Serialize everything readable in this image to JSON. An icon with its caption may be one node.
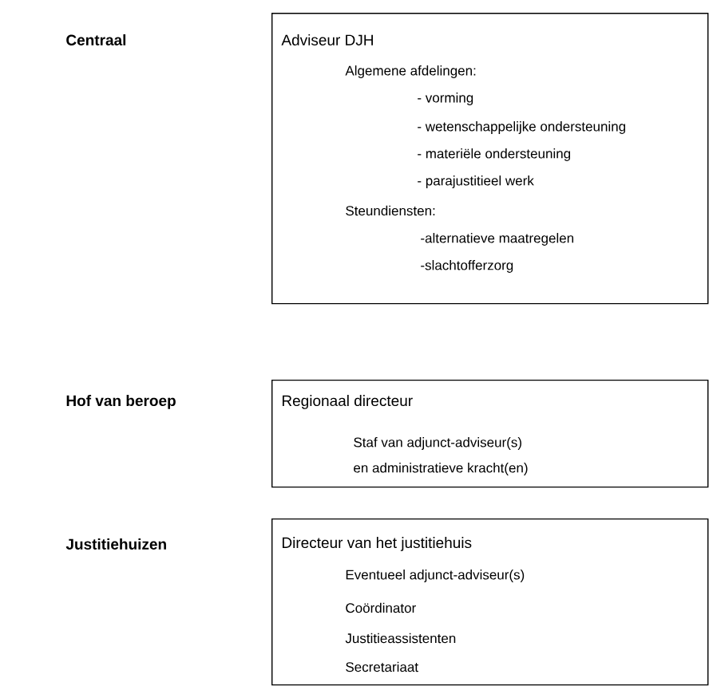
{
  "diagram": {
    "nodes": [
      {
        "text": [
          "Adviseur DJH",
          "Algemene afdelingen:",
          "- vorming",
          "- wetenschappelijke ondersteuning",
          "- materiële ondersteuning",
          "- parajustitieel werk",
          "Steundiensten:",
          "-alternatieve maatregelen",
          "-slachtofferzorg"
        ]
      },
      {
        "text": [
          "Regionaal directeur",
          "Staf van adjunct-adviseur(s)",
          "en administratieve kracht(en)"
        ]
      },
      {
        "text": [
          "Directeur van het justitiehuis",
          "Eventueel adjunct-adviseur(s)",
          "Coördinator",
          "Justitieassistenten",
          "Secretariaat"
        ]
      }
    ],
    "labels": [
      "Centraal",
      "Hof van beroep",
      "Justitiehuizen"
    ]
  }
}
